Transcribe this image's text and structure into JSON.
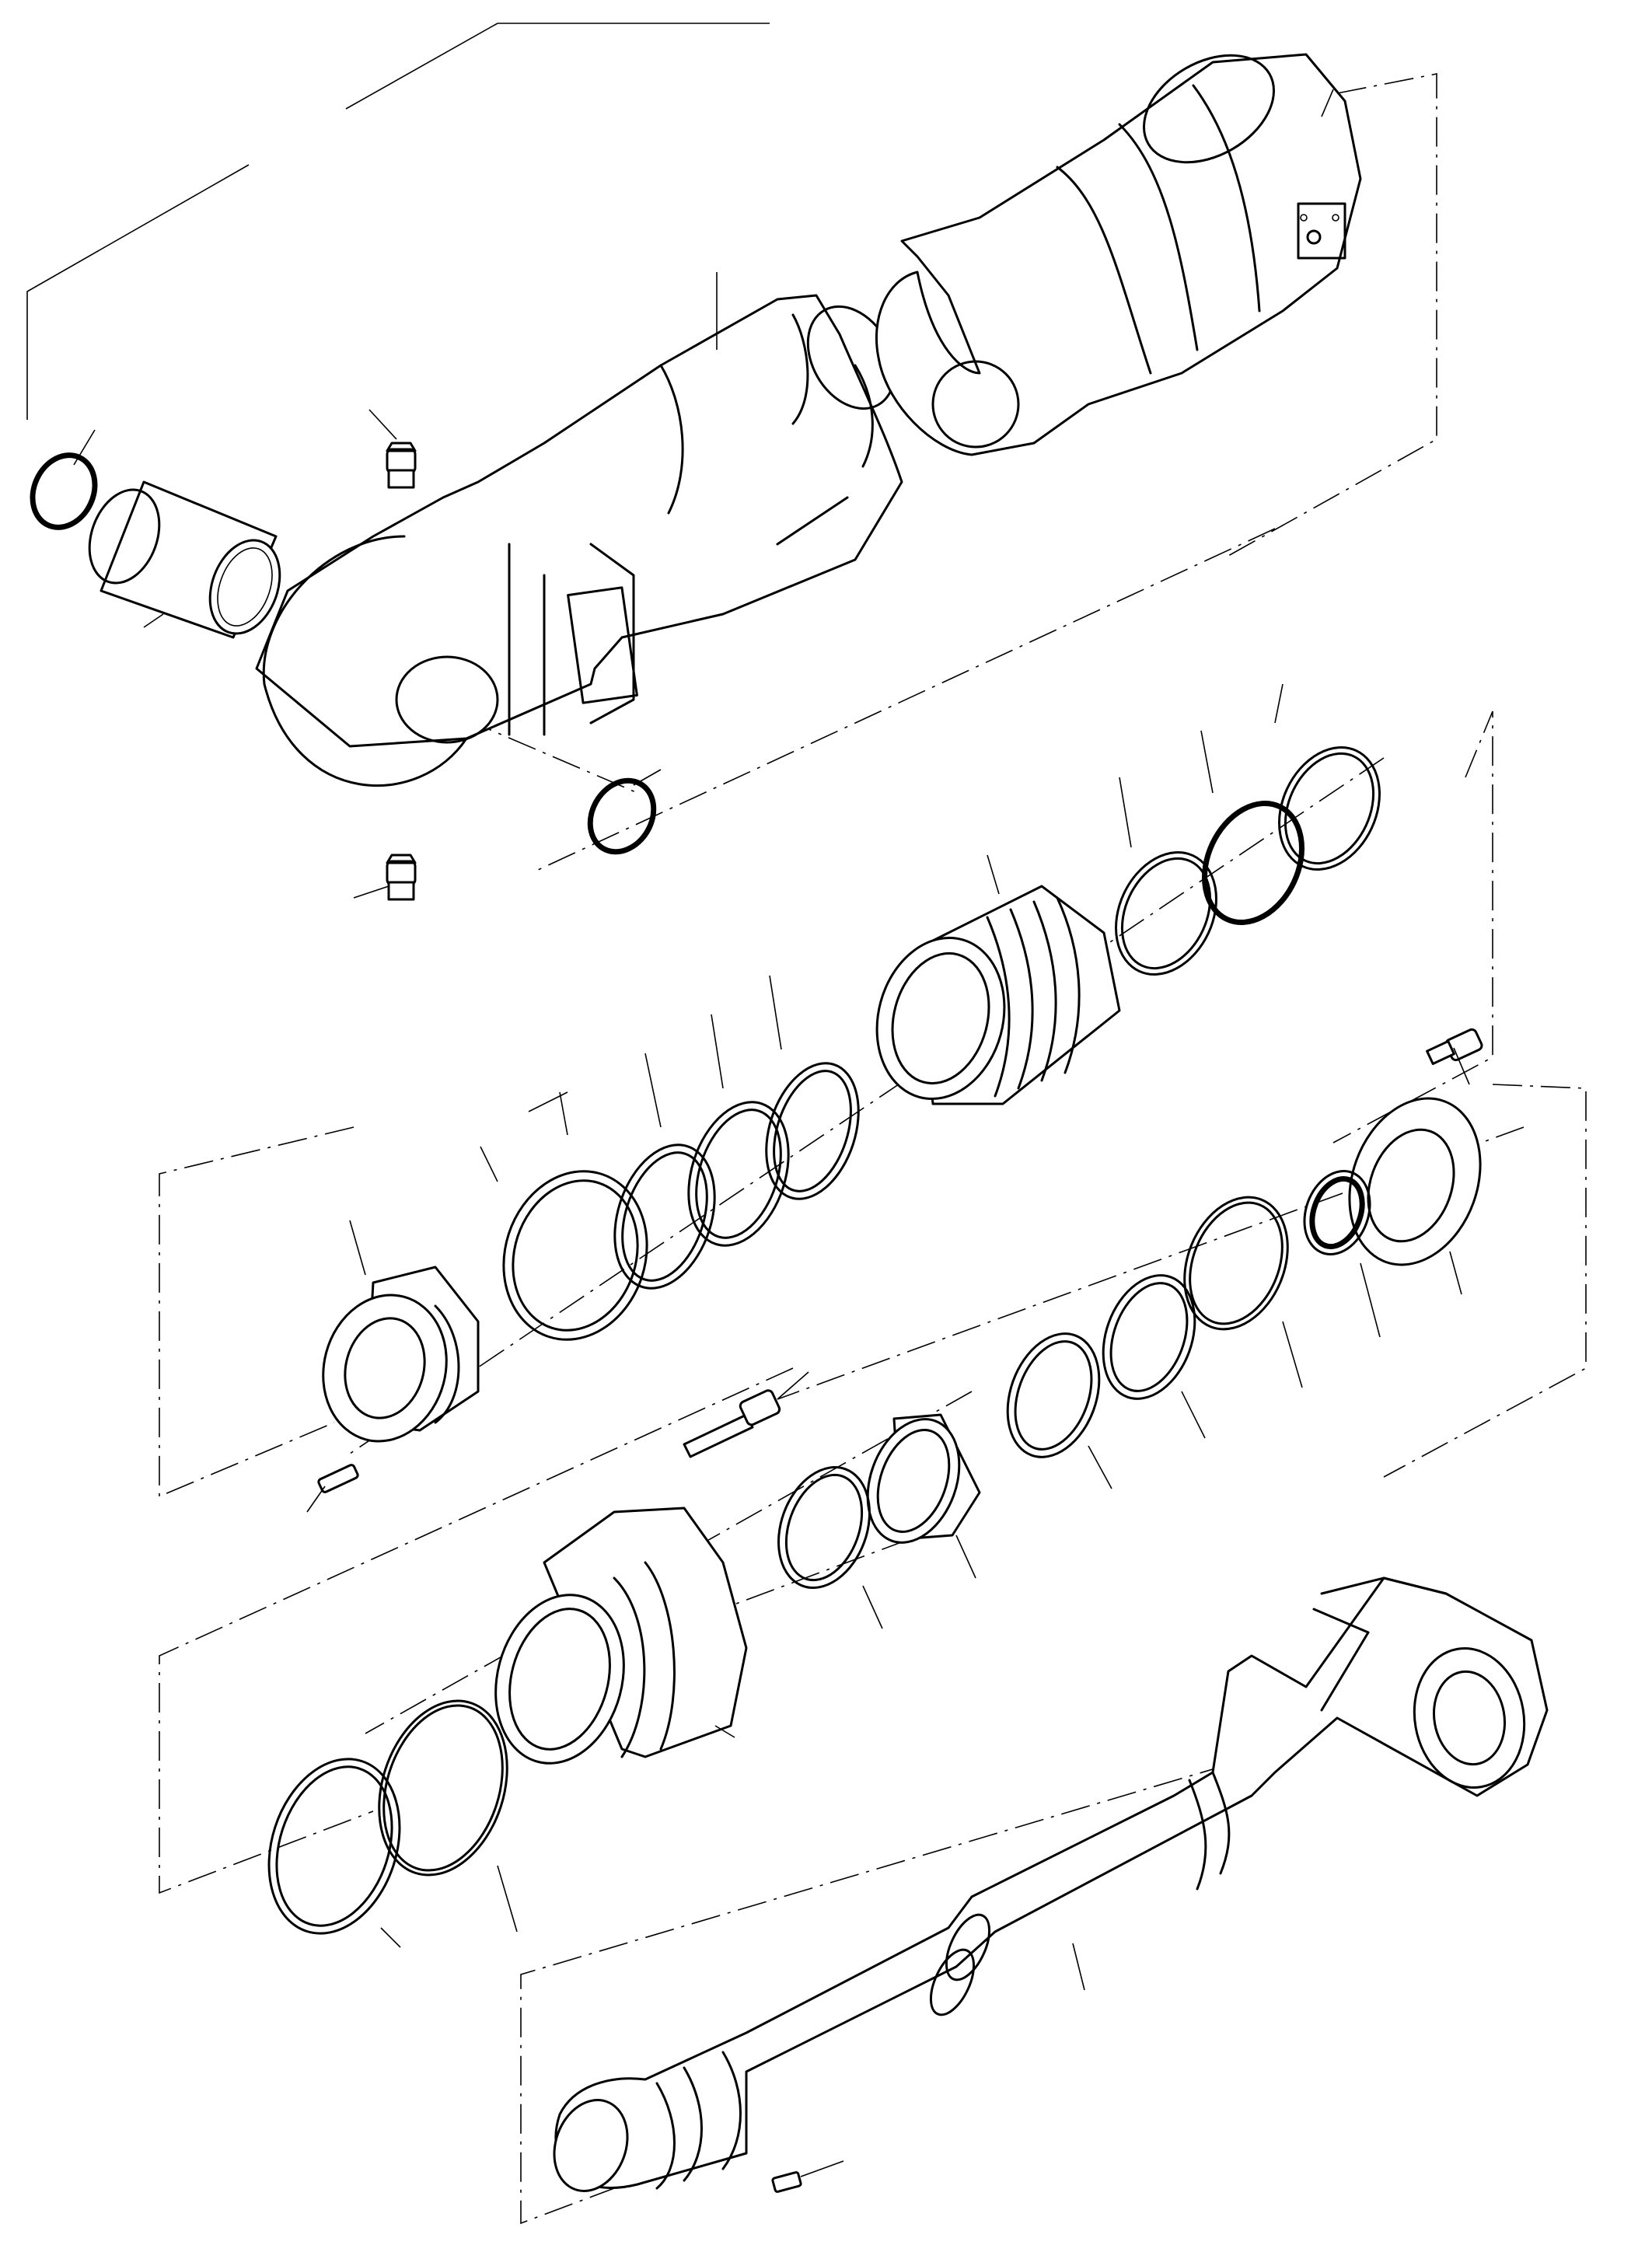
{
  "diagram": {
    "type": "exploded-parts-view",
    "colors": {
      "line": "#000000",
      "background": "#ffffff"
    },
    "parts": [
      "o-ring",
      "bushing",
      "grease-fitting",
      "cylinder-barrel",
      "cylinder-head-end",
      "o-ring",
      "grease-fitting",
      "backup-ring",
      "seal-ring",
      "wiper-ring",
      "gland",
      "piston-ring",
      "piston-ring",
      "piston-ring",
      "piston-ring",
      "nut",
      "set-screw",
      "cap-screw",
      "flange",
      "seal",
      "o-ring",
      "backup-ring",
      "wear-ring",
      "seal-ring",
      "wear-ring",
      "socket-screw",
      "piston",
      "o-ring",
      "backup-ring",
      "piston-rod",
      "key"
    ]
  }
}
